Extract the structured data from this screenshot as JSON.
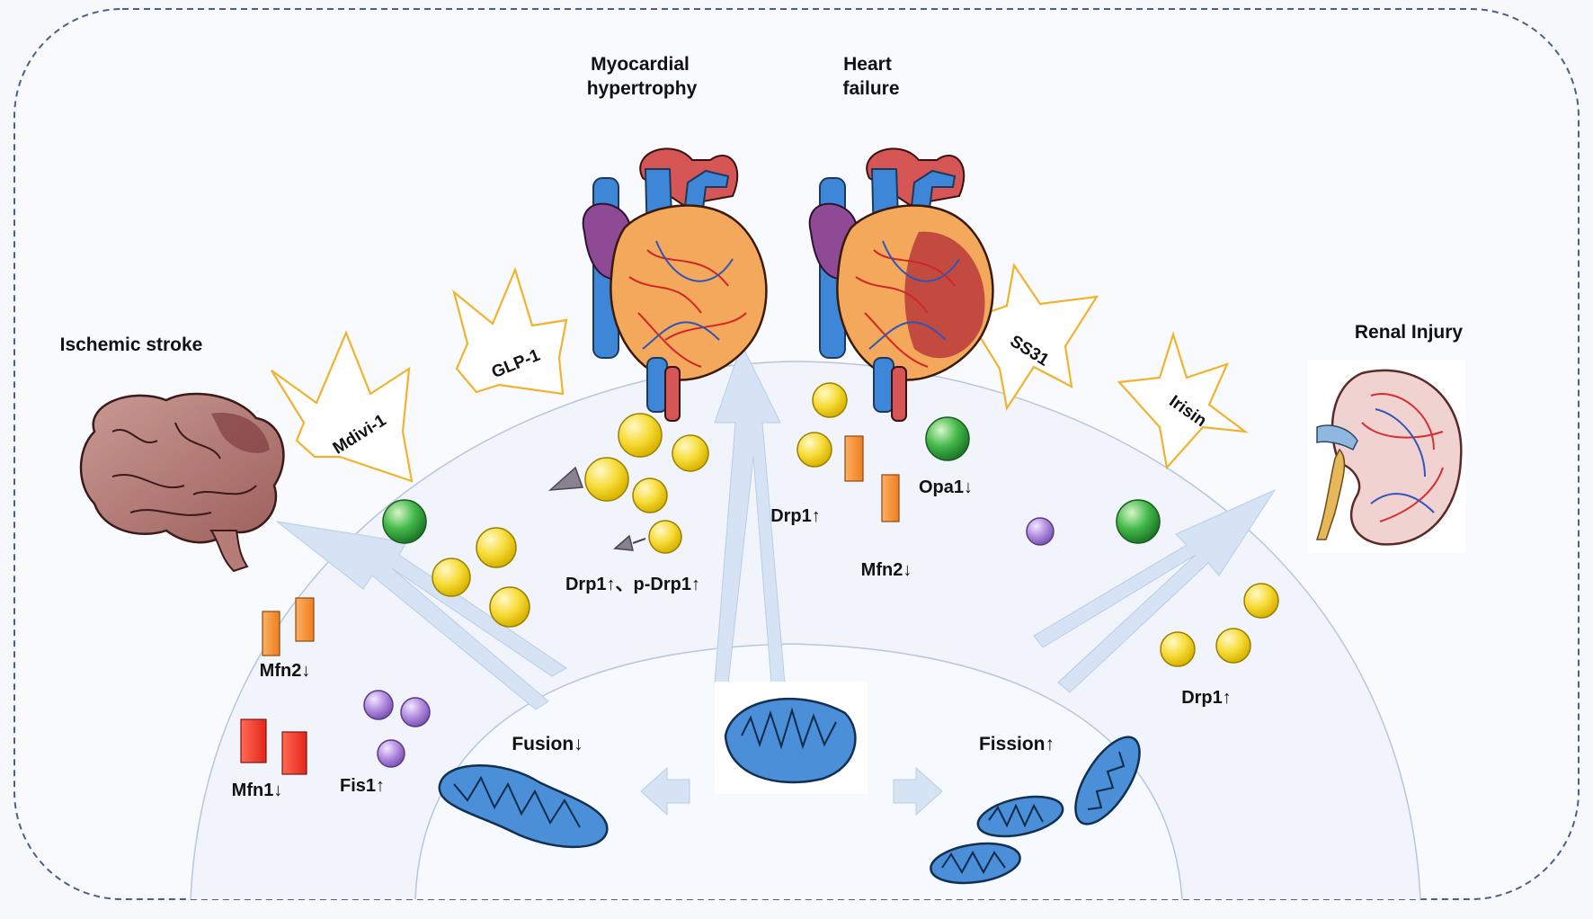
{
  "labels": {
    "myocardial_hypertrophy_1": "Myocardial",
    "myocardial_hypertrophy_2": "hypertrophy",
    "heart_failure_1": "Heart",
    "heart_failure_2": "failure",
    "ischemic_stroke": "Ischemic stroke",
    "renal_injury": "Renal Injury"
  },
  "drugs": {
    "mdivi": "Mdivi-1",
    "glp": "GLP-1",
    "ss31": "SS31",
    "irisin": "Irisin"
  },
  "markers": {
    "heart_left": "Drp1↑、p-Drp1↑",
    "heart_right_drp1": "Drp1↑",
    "heart_right_opa1": "Opa1↓",
    "heart_right_mfn2": "Mfn2↓",
    "brain_mfn2": "Mfn2↓",
    "brain_mfn1": "Mfn1↓",
    "brain_fis1": "Fis1↑",
    "kidney_drp1": "Drp1↑",
    "fusion": "Fusion↓",
    "fission": "Fission↑"
  },
  "colors": {
    "background": "#f6f8fc",
    "frame": "#4a5f8c",
    "arrow": "#d5e3f4",
    "star": "#f1b22e",
    "drp1_ball": "#f7dc3a",
    "green_ball": "#43b84a",
    "purple_ball": "#b48ee0",
    "mfn2_bar": "#f7923b",
    "mfn1_bar": "#f23a2a",
    "mito": "#4a8fd8"
  },
  "icons": [
    "brain-icon",
    "heart-icon",
    "kidney-icon",
    "mitochondrion-icon",
    "star-burst-icon",
    "triangle-icon"
  ]
}
